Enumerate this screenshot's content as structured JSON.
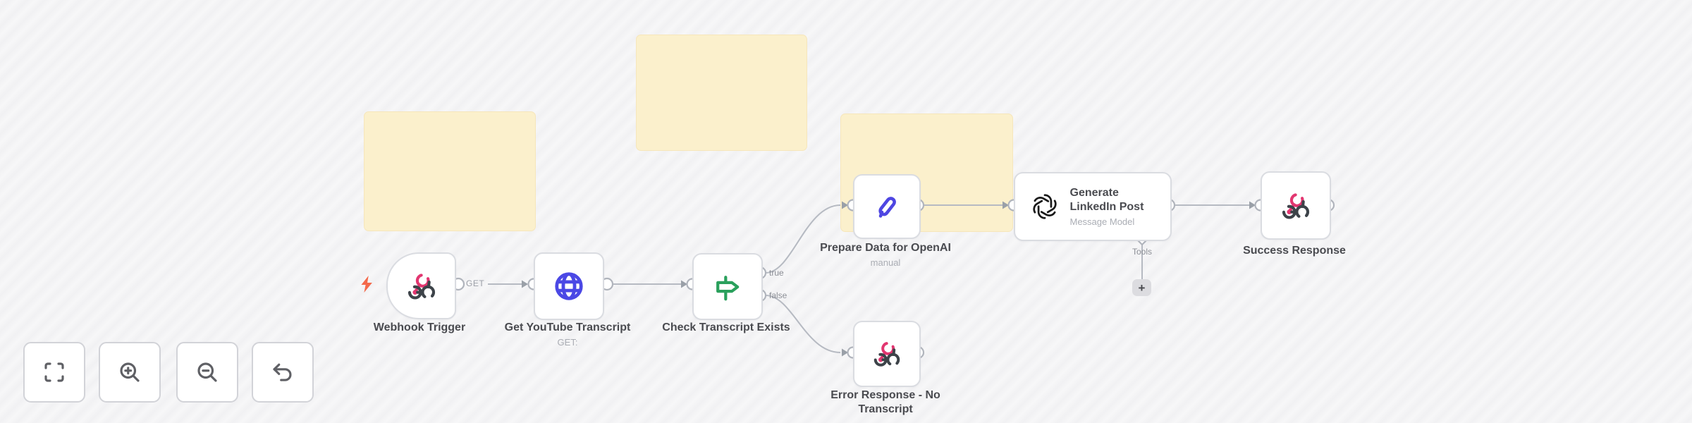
{
  "workflow": {
    "nodes": {
      "webhook": {
        "label": "Webhook Trigger",
        "icon": "webhook-icon"
      },
      "youtube": {
        "label": "Get YouTube Transcript",
        "subtitle": "GET:",
        "icon": "globe-icon"
      },
      "check": {
        "label": "Check Transcript Exists",
        "icon": "signpost-icon",
        "output_true": "true",
        "output_false": "false"
      },
      "prepare": {
        "label": "Prepare Data for OpenAI",
        "subtitle": "manual",
        "icon": "pencil-icon"
      },
      "generate": {
        "title": "Generate LinkedIn Post",
        "subtitle": "Message Model",
        "icon": "openai-icon",
        "tools_port_label": "Tools",
        "add_tool": "+"
      },
      "success": {
        "label": "Success Response",
        "icon": "webhook-icon"
      },
      "error": {
        "label": "Error Response - No Transcript",
        "icon": "webhook-icon"
      }
    },
    "connections": {
      "webhook_to_youtube": "GET"
    },
    "sticky_notes": {
      "count": 3,
      "color": "#fbf0cc"
    }
  },
  "toolbar": {
    "buttons": [
      {
        "name": "fit-view"
      },
      {
        "name": "zoom-in"
      },
      {
        "name": "zoom-out"
      },
      {
        "name": "undo"
      }
    ]
  },
  "colors": {
    "canvas_stripe_light": "#f7f7f8",
    "canvas_stripe_dark": "#f1f1f3",
    "sticky": "#fbf0cc",
    "node_border": "#dadce1",
    "connector": "#b6bac2",
    "label": "#4a4b50",
    "sublabel": "#aaadb4",
    "webhook_pink": "#e23670",
    "webhook_dark": "#3d4349",
    "globe_blue": "#4b48e5",
    "sign_green": "#2aa05c",
    "pencil_indigo": "#4e46e2",
    "openai_black": "#191919",
    "lightning_orange": "#f4694b"
  }
}
